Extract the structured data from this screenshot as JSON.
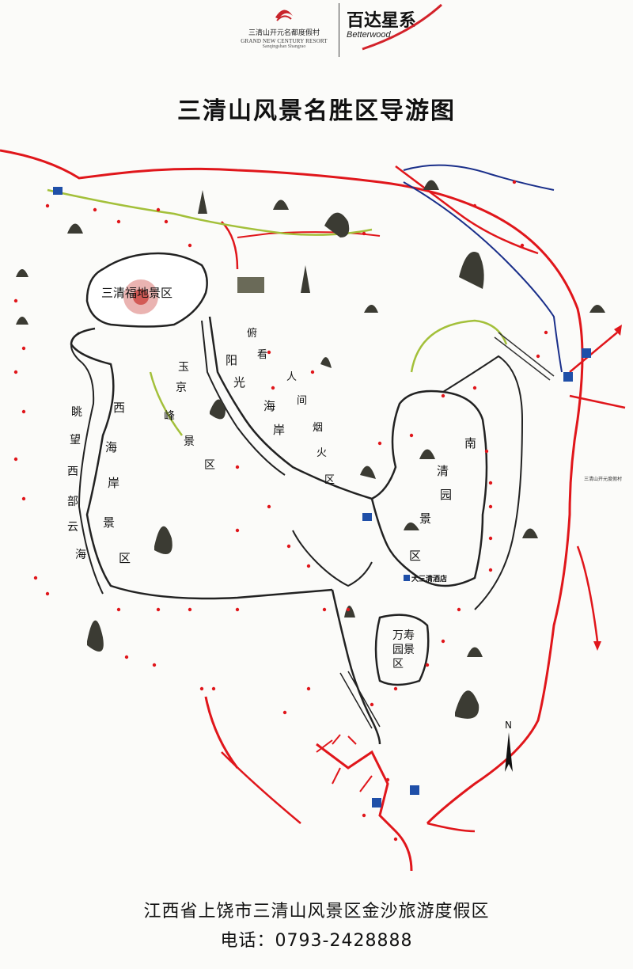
{
  "header": {
    "resort_name_cn": "三清山开元名都度假村",
    "resort_name_en": "GRAND NEW CENTURY RESORT",
    "resort_location_en": "Sanqingshan Shangrao",
    "brand_cn": "百达星系",
    "brand_en": "Betterwood"
  },
  "title": "三清山风景名胜区导游图",
  "zones": {
    "sanqing_fudi": "三清福地景区",
    "yangguang_haian": [
      "阳",
      "光",
      "海",
      "岸"
    ],
    "xiaokan_renjian": [
      "俯",
      "看",
      "人",
      "间",
      "烟",
      "火",
      "区"
    ],
    "yujing_feng": [
      "玉",
      "京",
      "峰",
      "景",
      "区"
    ],
    "xihai_an": [
      "西",
      "海",
      "岸",
      "景",
      "区"
    ],
    "tiaowang_xibu": [
      "眺",
      "望",
      "西",
      "部",
      "云",
      "海"
    ],
    "nanqing_yuan": [
      "南",
      "清",
      "园",
      "景",
      "区"
    ],
    "wanshou_yuan": [
      "万",
      "寿",
      "园",
      "景",
      "区"
    ]
  },
  "landmarks": {
    "hotel": "大三清酒店",
    "resort_side_label": "三清山开元度假村",
    "north_arrow": "N"
  },
  "footer": {
    "address": "江西省上饶市三清山风景区金沙旅游度假区",
    "phone": "电话：0793-2428888"
  },
  "colors": {
    "road": "#e0161b",
    "trail": "#222222",
    "cableway": "#a3c03a",
    "river": "#1a2f8a",
    "poi": "#e0161b",
    "parking": "#1f4fa8"
  },
  "icons": [
    "mountain-rock-icon",
    "pagoda-icon",
    "temple-icon",
    "parking-icon",
    "bus-icon",
    "compass-north-icon",
    "taiji-icon"
  ]
}
